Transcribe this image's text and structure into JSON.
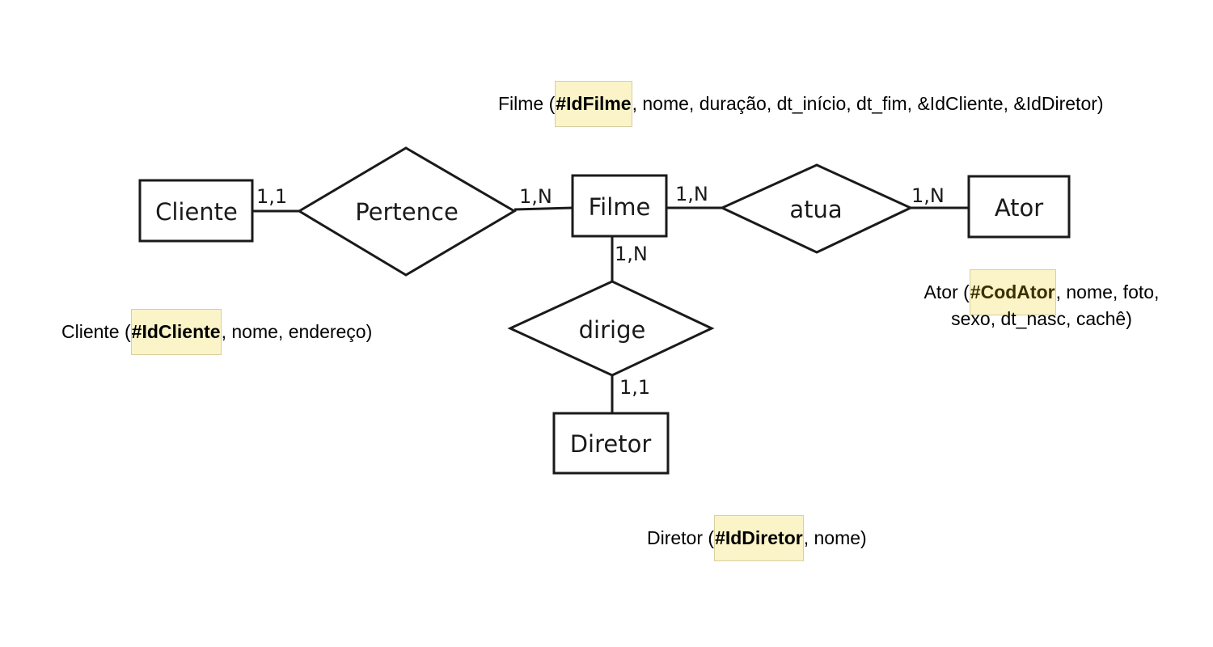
{
  "entities": {
    "cliente": "Cliente",
    "filme": "Filme",
    "ator": "Ator",
    "diretor": "Diretor"
  },
  "relationships": {
    "pertence": "Pertence",
    "atua": "atua",
    "dirige": "dirige"
  },
  "cardinalities": {
    "cliente_pertence": "1,1",
    "pertence_filme": "1,N",
    "filme_atua": "1,N",
    "atua_ator": "1,N",
    "filme_dirige": "1,N",
    "dirige_diretor": "1,1"
  },
  "schemas": {
    "filme": {
      "name": "Filme",
      "open": " (",
      "pk": "#IdFilme",
      "rest": ", nome, duração, dt_início, dt_fim, &IdCliente, &IdDiretor)"
    },
    "cliente": {
      "name": "Cliente",
      "open": " (",
      "pk": "#IdCliente",
      "rest": ", nome, endereço)"
    },
    "ator": {
      "name": "Ator",
      "open": " (",
      "pk": "#CodAtor",
      "rest": ", nome, foto,",
      "line2": "sexo, dt_nasc, cachê)"
    },
    "diretor": {
      "name": "Diretor",
      "open": " (",
      "pk": "#IdDiretor",
      "rest": ", nome)"
    }
  },
  "colors": {
    "pk_highlight": "#fbf4c8",
    "stroke": "#1a1a1a"
  }
}
